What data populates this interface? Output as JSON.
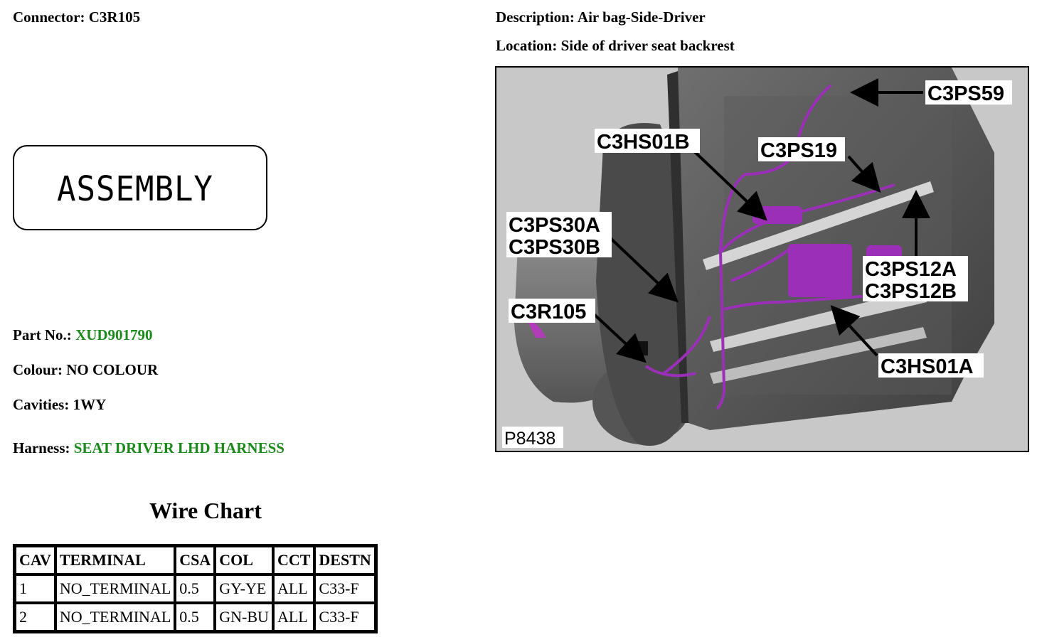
{
  "connector": {
    "label": "Connector:",
    "value": "C3R105"
  },
  "description": {
    "label": "Description:",
    "value": "Air bag-Side-Driver"
  },
  "location": {
    "label": "Location:",
    "value": "Side of driver seat backrest"
  },
  "assembly_label": "ASSEMBLY",
  "part_no": {
    "label": "Part No.:",
    "value": "XUD901790"
  },
  "colour": {
    "label": "Colour:",
    "value": "NO COLOUR"
  },
  "cavities": {
    "label": "Cavities:",
    "value": "1WY"
  },
  "harness": {
    "label": "Harness:",
    "value": "SEAT DRIVER LHD HARNESS"
  },
  "link_color": "#1a8a1a",
  "wire_chart": {
    "title": "Wire Chart",
    "headers": [
      "CAV",
      "TERMINAL",
      "CSA",
      "COL",
      "CCT",
      "DESTN"
    ],
    "rows": [
      [
        "1",
        "NO_TERMINAL",
        "0.5",
        "GY-YE",
        "ALL",
        "C33-F"
      ],
      [
        "2",
        "NO_TERMINAL",
        "0.5",
        "GN-BU",
        "ALL",
        "C33-F"
      ]
    ]
  },
  "photo": {
    "figure_id": "P8438",
    "harness_color": "#9b2fb8",
    "callouts": [
      "C3PS59",
      "C3HS01B",
      "C3PS19",
      "C3PS30A",
      "C3PS30B",
      "C3PS12A",
      "C3PS12B",
      "C3R105",
      "C3HS01A"
    ]
  }
}
